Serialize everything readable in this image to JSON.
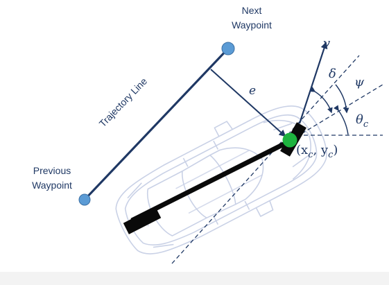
{
  "labels": {
    "next_line1": "Next",
    "next_line2": "Waypoint",
    "prev_line1": "Previous",
    "prev_line2": "Waypoint",
    "trajectory": "Trajectory Line",
    "v": "v",
    "delta": "δ",
    "psi": "ψ",
    "e": "e",
    "theta": "θ",
    "theta_sub": "c",
    "center": "(x",
    "center_xsub": "c",
    "center_sep": ", y",
    "center_ysub": "c",
    "center_close": ")"
  },
  "colors": {
    "navy": "#1f3864",
    "waypoint": "#5b9bd5",
    "center": "#1db33f",
    "car_outline": "#c9d1e6",
    "axle": "#0a0a0a"
  },
  "icons": {
    "car": "car-outline-icon"
  }
}
